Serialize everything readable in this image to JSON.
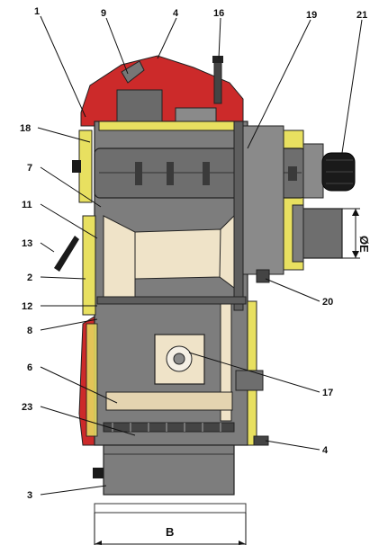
{
  "callouts": [
    {
      "id": "c1",
      "text": "1"
    },
    {
      "id": "c9",
      "text": "9"
    },
    {
      "id": "c4a",
      "text": "4"
    },
    {
      "id": "c16",
      "text": "16"
    },
    {
      "id": "c19",
      "text": "19"
    },
    {
      "id": "c21",
      "text": "21"
    },
    {
      "id": "c18",
      "text": "18"
    },
    {
      "id": "c7",
      "text": "7"
    },
    {
      "id": "c11",
      "text": "11"
    },
    {
      "id": "c13",
      "text": "13"
    },
    {
      "id": "c2",
      "text": "2"
    },
    {
      "id": "c12",
      "text": "12"
    },
    {
      "id": "c8",
      "text": "8"
    },
    {
      "id": "c6",
      "text": "6"
    },
    {
      "id": "c23",
      "text": "23"
    },
    {
      "id": "c3",
      "text": "3"
    },
    {
      "id": "c20",
      "text": "20"
    },
    {
      "id": "c17",
      "text": "17"
    },
    {
      "id": "c4b",
      "text": "4"
    }
  ],
  "dimensions": {
    "width_label": "B",
    "flue_label": "ØE"
  },
  "colors": {
    "body": "#7d7d7d",
    "body_dark": "#5e5e5e",
    "casing": "#cc2a2a",
    "insulation": "#e8e060",
    "chamber": "#efe3c8",
    "motor": "#1a1a1a"
  }
}
